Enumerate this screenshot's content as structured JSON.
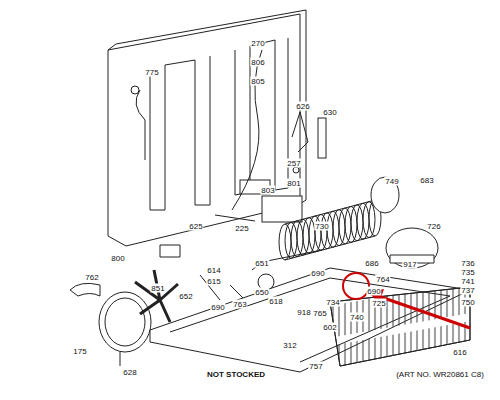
{
  "diagram": {
    "labels": [
      "270",
      "806",
      "805",
      "775",
      "626",
      "630",
      "257",
      "801",
      "803",
      "749",
      "683",
      "625",
      "225",
      "730",
      "726",
      "651",
      "686",
      "917",
      "736",
      "800",
      "614",
      "690",
      "764",
      "735",
      "650",
      "615",
      "741",
      "762",
      "690",
      "737",
      "851",
      "652",
      "618",
      "725",
      "750",
      "690",
      "763",
      "918",
      "765",
      "734",
      "740",
      "602",
      "312",
      "175",
      "628",
      "757",
      "616",
      "NOT STOCKED",
      "(ART NO. WR20861 C8)"
    ]
  }
}
